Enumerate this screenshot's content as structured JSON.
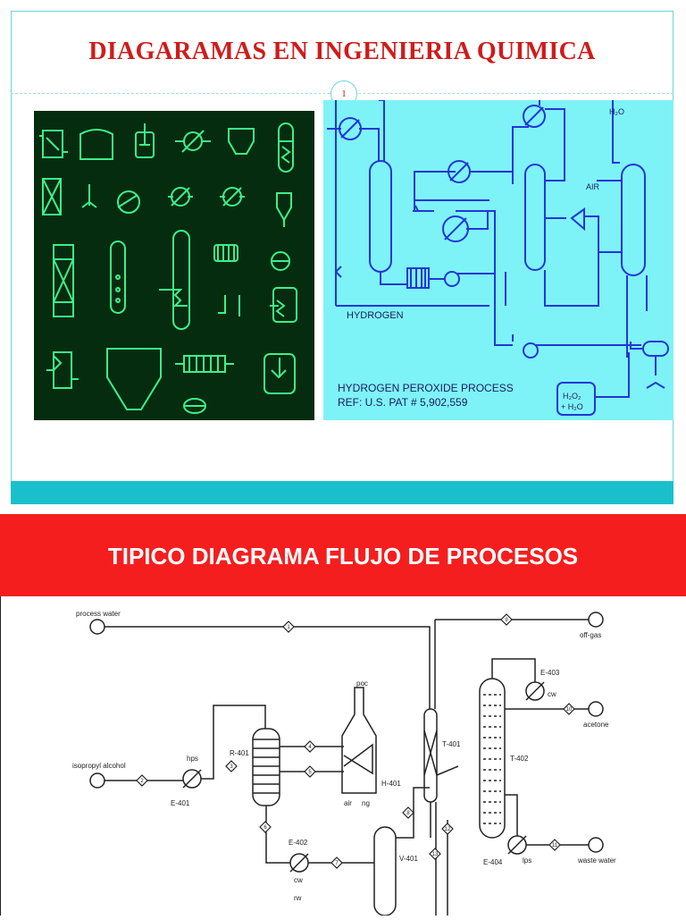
{
  "slide1": {
    "title": "DIAGARAMAS EN INGENIERIA QUIMICA",
    "page_number": "1",
    "process_diagram": {
      "labels": {
        "hydrogen": "HYDROGEN",
        "air": "AIR",
        "water_top": "H₂O",
        "caption_line1": "HYDROGEN PEROXIDE PROCESS",
        "caption_line2": "REF: U.S. PAT # 5,902,559",
        "product_line1": "H₂O₂",
        "product_line2": "+ H₂O"
      }
    }
  },
  "slide2": {
    "title": "TIPICO DIAGRAMA FLUJO DE PROCESOS",
    "pfd": {
      "labels": {
        "process_water": "process water",
        "isopropyl_alcohol": "isopropyl alcohol",
        "off_gas": "off-gas",
        "acetone": "acetone",
        "waste_water": "waste water",
        "hps": "hps",
        "lps": "lps",
        "poc": "poc",
        "air": "air",
        "ng": "ng",
        "cw": "cw",
        "cw2": "cw",
        "rw": "rw",
        "r401": "R-401",
        "h401": "H-401",
        "t401": "T-401",
        "t402": "T-402",
        "v401": "V-401",
        "e401": "E-401",
        "e402": "E-402",
        "e403": "E-403",
        "e404": "E-404"
      },
      "streams": [
        "1",
        "2",
        "3",
        "4",
        "5",
        "6",
        "7",
        "8",
        "9",
        "10",
        "11",
        "12",
        "13"
      ]
    }
  }
}
